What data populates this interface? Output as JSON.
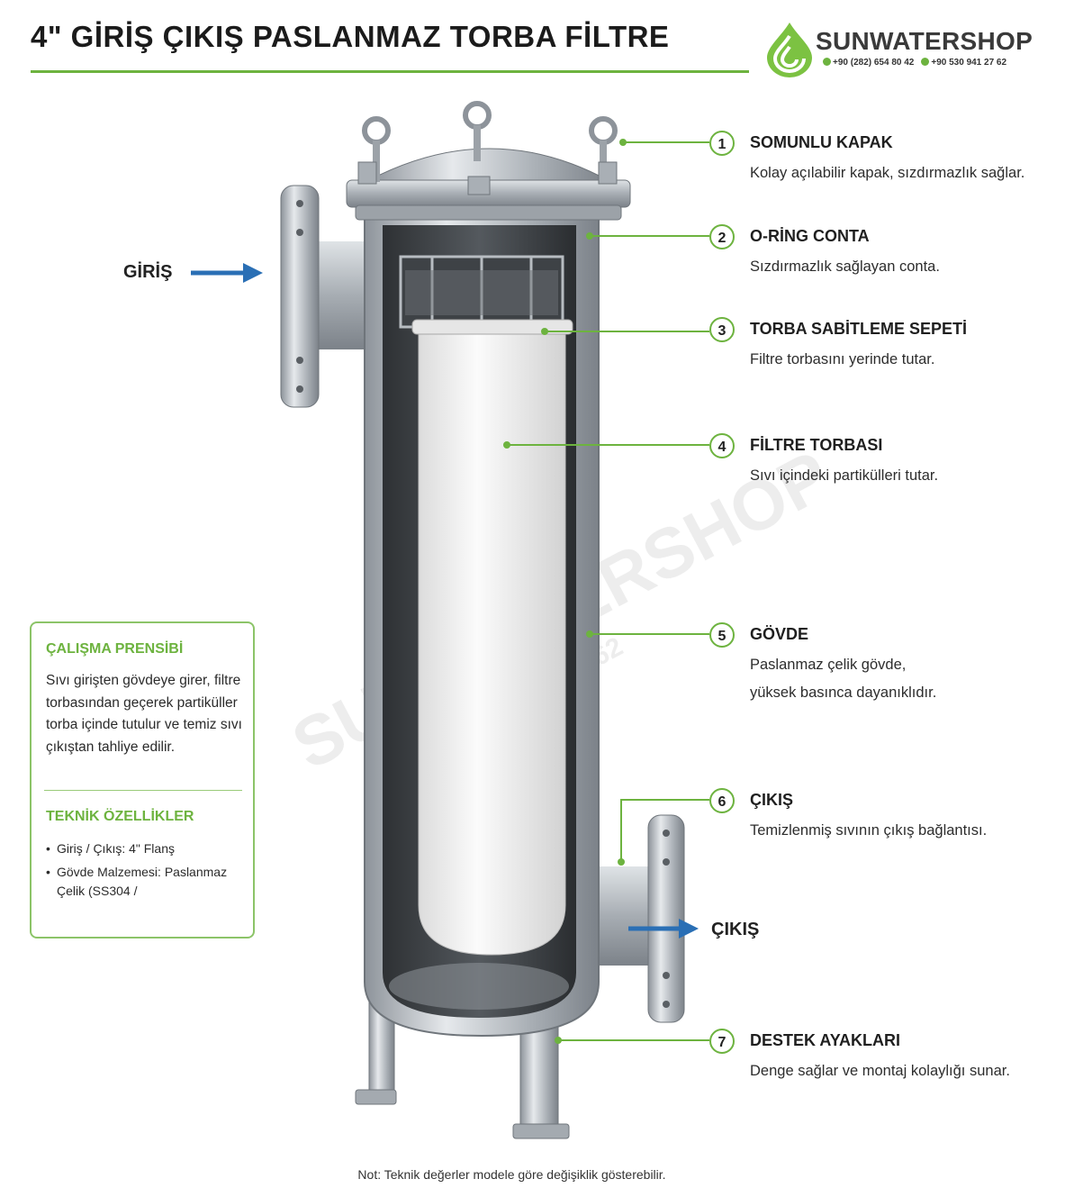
{
  "header": {
    "title": "4\" GİRİŞ ÇIKIŞ PASLANMAZ TORBA FİLTRE",
    "brand": "SUNWATERSHOP",
    "phone_1": "+90 (282) 654 80 42",
    "phone_2": "+90 530 941 27 62"
  },
  "colors": {
    "accent_green": "#6db33f",
    "arrow_blue": "#2a6fb5",
    "steel": "#b9bec4"
  },
  "flow_labels": {
    "inlet": "GİRİŞ",
    "outlet": "ÇIKIŞ"
  },
  "callouts": [
    {
      "num": "1",
      "title": "SOMUNLU KAPAK",
      "desc": "Kolay açılabilir kapak, sızdırmazlık sağlar."
    },
    {
      "num": "2",
      "title": "O-RİNG CONTA",
      "desc": "Sızdırmazlık sağlayan conta."
    },
    {
      "num": "3",
      "title": "TORBA SABİTLEME SEPETİ",
      "desc": "Filtre torbasını yerinde tutar."
    },
    {
      "num": "4",
      "title": "FİLTRE TORBASI",
      "desc": "Sıvı içindeki partikülleri tutar."
    },
    {
      "num": "5",
      "title": "GÖVDE",
      "desc": "Paslanmaz çelik gövde, yüksek basınca dayanıklıdır."
    },
    {
      "num": "6",
      "title": "ÇIKIŞ",
      "desc": "Temizlenmiş sıvının çıkış bağlantısı."
    },
    {
      "num": "7",
      "title": "DESTEK AYAKLARI",
      "desc": "Denge sağlar ve montaj kolaylığı sunar."
    }
  ],
  "infobox": {
    "principle_title": "ÇALIŞMA PRENSİBİ",
    "principle_text": "Sıvı girişten gövdeye girer, filtre torbasından geçerek partiküller torba içinde tutulur ve temiz sıvı çıkıştan tahliye edilir.",
    "specs_title": "TEKNİK ÖZELLİKLER",
    "specs": [
      "Giriş / Çıkış: 4\" Flanş",
      "Gövde Malzemesi: Paslanmaz Çelik (SS304 /"
    ]
  },
  "footer": {
    "note": "Not: Teknik değerler modele göre değişiklik gösterebilir."
  }
}
